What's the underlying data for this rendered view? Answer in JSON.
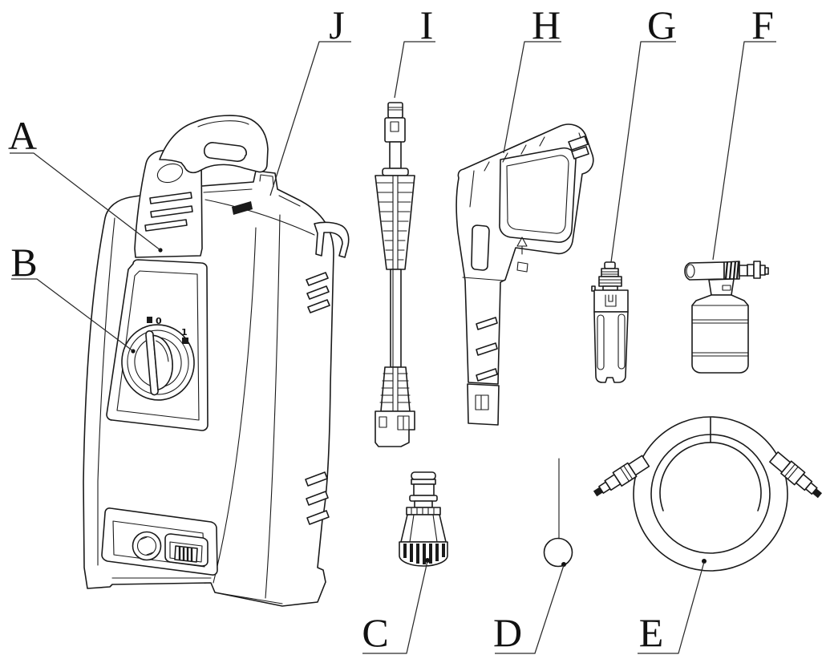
{
  "diagram": {
    "kind": "exploded-parts-line-diagram",
    "callouts": {
      "a": "A",
      "b": "B",
      "c": "C",
      "d": "D",
      "e": "E",
      "f": "F",
      "g": "G",
      "h": "H",
      "i": "I",
      "j": "J"
    },
    "machine": {
      "knob_off_label": "0",
      "knob_on_label": "1"
    },
    "colors": {
      "line": "#1a1a1a",
      "background": "#ffffff"
    }
  }
}
